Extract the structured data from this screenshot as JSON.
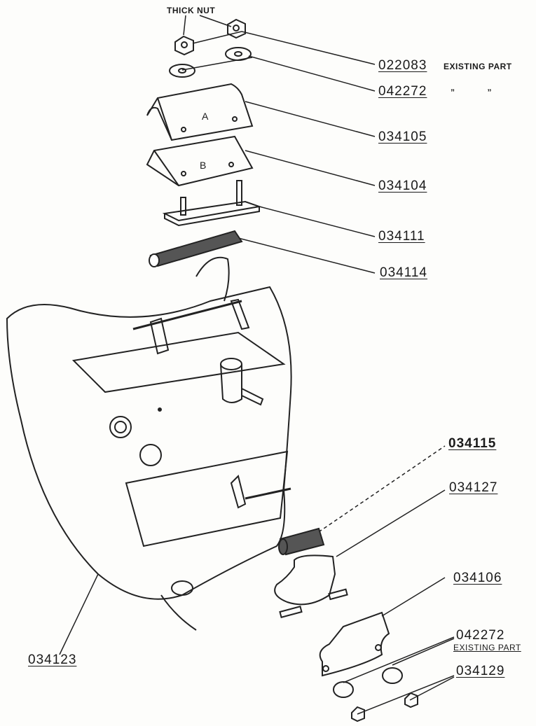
{
  "title_callout": "THICK NUT",
  "plate_letters": {
    "a": "A",
    "b": "B"
  },
  "parts": [
    {
      "number": "022083",
      "note": "EXISTING PART"
    },
    {
      "number": "042272",
      "note": "”            ”"
    },
    {
      "number": "034105"
    },
    {
      "number": "034104"
    },
    {
      "number": "034111"
    },
    {
      "number": "034114"
    },
    {
      "number": "034115"
    },
    {
      "number": "034127"
    },
    {
      "number": "034106"
    },
    {
      "number": "042272",
      "note": "EXISTING PART"
    },
    {
      "number": "034129"
    },
    {
      "number": "034123"
    }
  ]
}
